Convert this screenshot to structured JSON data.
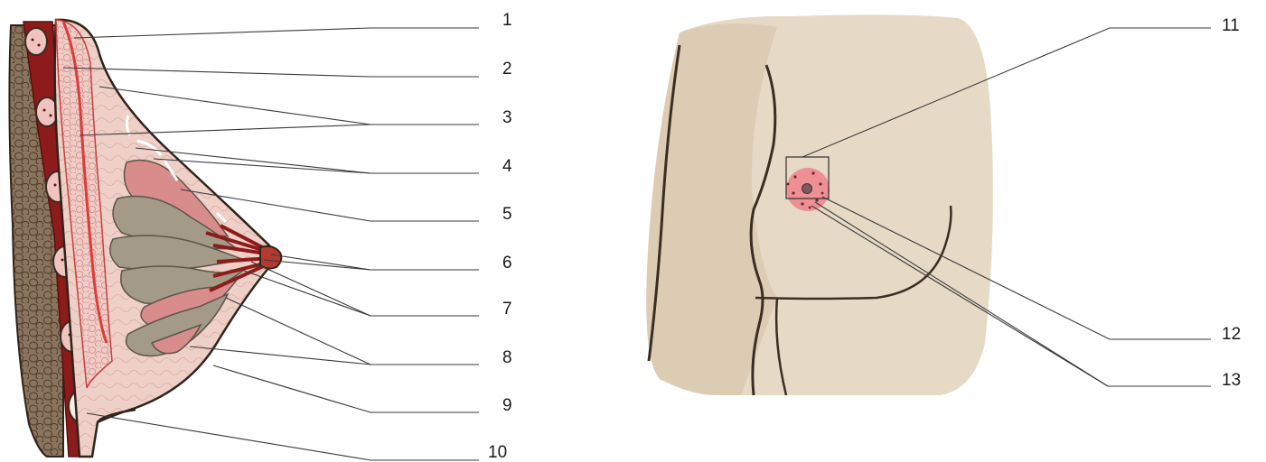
{
  "figure": {
    "left_labels": [
      "1",
      "2",
      "3",
      "4",
      "5",
      "6",
      "7",
      "8",
      "9",
      "10"
    ],
    "right_labels": [
      "11",
      "12",
      "13"
    ]
  },
  "colors": {
    "skin": "#e6d9c5",
    "skin_shadow": "#d8c7ad",
    "outline": "#2e2419",
    "muscle": "#8e1b1b",
    "muscle_dark": "#6a1212",
    "rib": "#efc4c0",
    "chest_wall": "#7a6550",
    "fat_pink": "#efc1c1",
    "fat_light": "#f3d3cf",
    "lobule_gray": "#a39a88",
    "lobule_pink": "#d98c8c",
    "areola": "#ee8f95",
    "nipple": "#7a5a5a"
  }
}
